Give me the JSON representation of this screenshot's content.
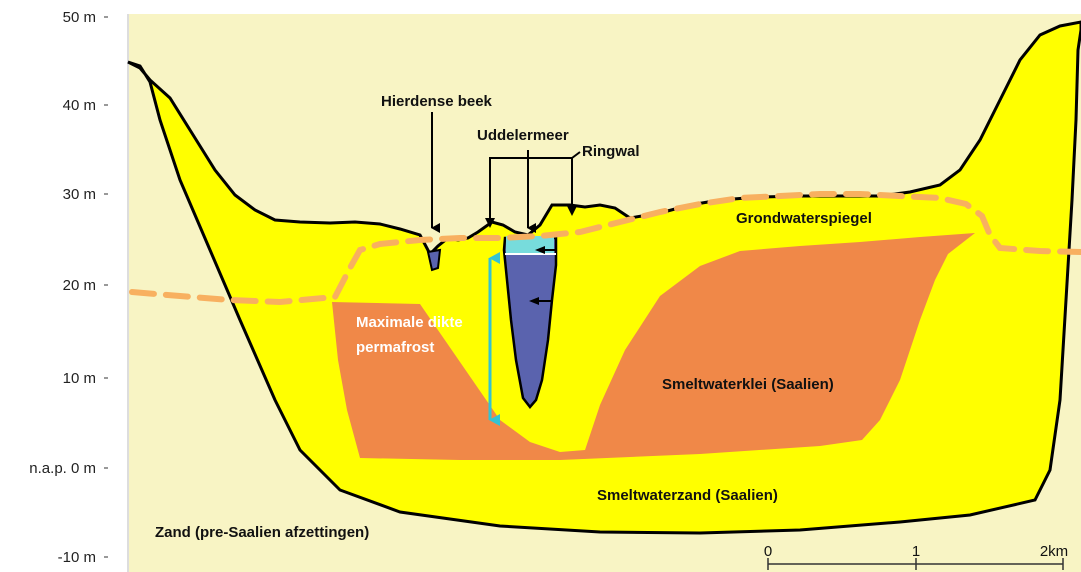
{
  "y_axis": {
    "ticks": [
      "50 m",
      "40 m",
      "30 m",
      "20 m",
      "10 m",
      "n.a.p. 0 m",
      "-10 m"
    ]
  },
  "labels": {
    "hierdense_beek": "Hierdense beek",
    "uddelermeer": "Uddelermeer",
    "ringwal": "Ringwal",
    "grondwaterspiegel": "Grondwaterspiegel",
    "permafrost_line1": "Maximale dikte",
    "permafrost_line2": "permafrost",
    "smeltwaterklei": "Smeltwaterklei (Saalien)",
    "smeltwaterzand": "Smeltwaterzand (Saalien)",
    "zand": "Zand (pre-Saalien afzettingen)"
  },
  "scale_bar": {
    "ticks": [
      "0",
      "1",
      "2km"
    ]
  },
  "colors": {
    "background_sand": "#f8f4c4",
    "meltwater_sand": "#ffff00",
    "meltwater_clay": "#f08848",
    "lake_water": "#5a63ae",
    "groundwater_line": "#f8b060",
    "permafrost_arrow": "#33c3d3"
  }
}
